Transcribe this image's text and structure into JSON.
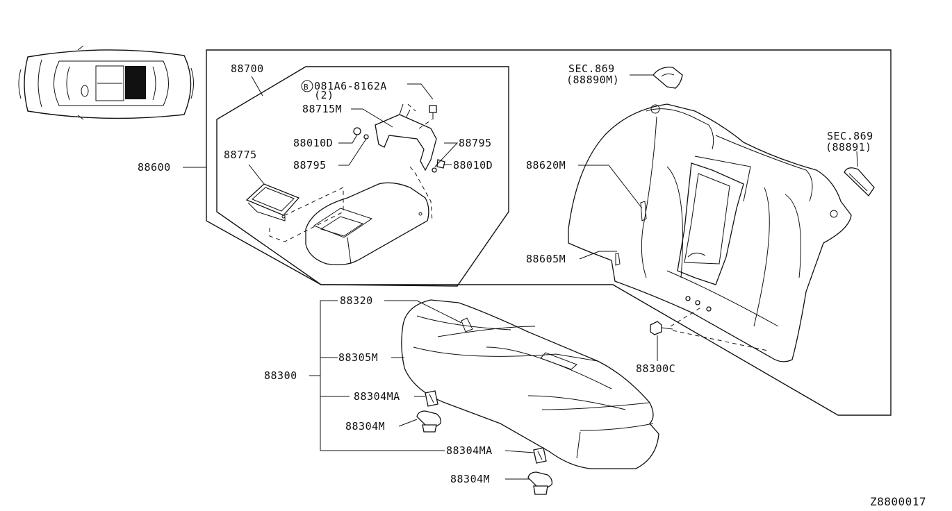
{
  "diagram_code": "Z8800017",
  "labels": {
    "p88700": "88700",
    "bolt_code": "081A6-8162A",
    "bolt_qty": "(2)",
    "bolt_symbol": "B",
    "p88715M": "88715M",
    "p88010D_left": "88010D",
    "p88795_left": "88795",
    "p88795_right": "88795",
    "p88010D_right": "88010D",
    "p88775": "88775",
    "p88600": "88600",
    "sec869_a": "SEC.869",
    "sec869_a_ref": "(88890M)",
    "sec869_b": "SEC.869",
    "sec869_b_ref": "(88891)",
    "p88620M": "88620M",
    "p88605M": "88605M",
    "p88300C": "88300C",
    "p88320": "88320",
    "p88305M": "88305M",
    "p88300": "88300",
    "p88304MA_a": "88304MA",
    "p88304M_a": "88304M",
    "p88304MA_b": "88304MA",
    "p88304M_b": "88304M"
  }
}
